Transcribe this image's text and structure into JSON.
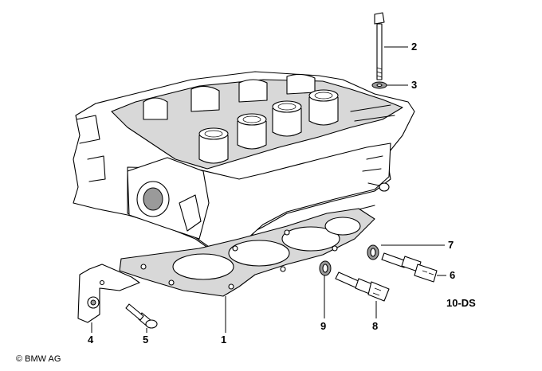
{
  "callouts": {
    "gasket": "1",
    "head_bolt": "2",
    "washer": "3",
    "bracket": "4",
    "bracket_bolt": "5",
    "temp_sensor": "6",
    "seal_ring_sensor": "7",
    "temp_sender": "8",
    "seal_ring_sender": "9"
  },
  "diagram_code": "10-DS",
  "copyright": "© BMW AG"
}
